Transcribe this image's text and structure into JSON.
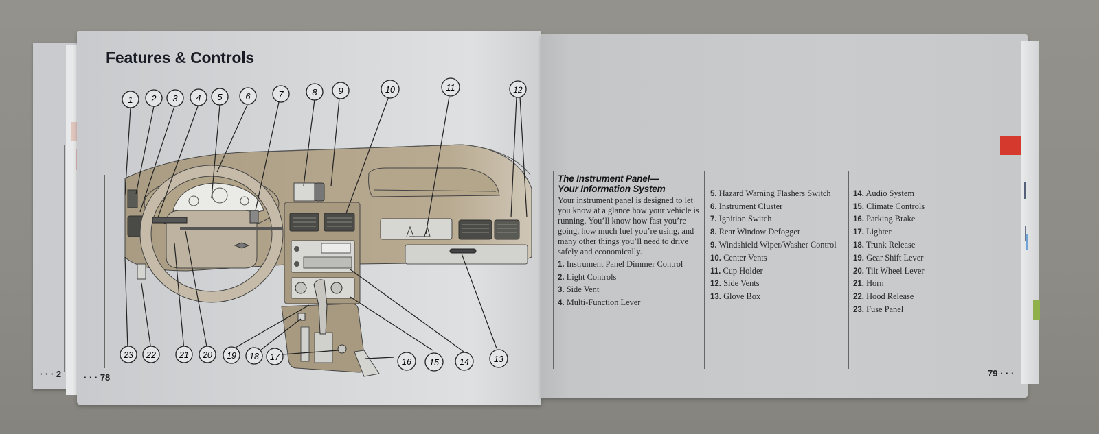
{
  "left_page": {
    "title": "Features & Controls",
    "page_number": "· · · 78",
    "callouts_top": [
      "1",
      "2",
      "3",
      "4",
      "5",
      "6",
      "7",
      "8",
      "9",
      "10",
      "11",
      "12"
    ],
    "callouts_bottom": [
      "23",
      "22",
      "21",
      "20",
      "19",
      "18",
      "17",
      "16",
      "15",
      "14",
      "13"
    ]
  },
  "previous_page": {
    "page_number": "· · · 2"
  },
  "right_page": {
    "heading_line1": "The Instrument Panel—",
    "heading_line2": "Your Information System",
    "intro": "Your instrument panel is designed to let you know at a glance how your vehicle is running. You’ll know how fast you’re going, how much fuel you’re using, and many other things you’ll need to drive safely and economically.",
    "page_number": "79 · · ·",
    "items_col1": [
      {
        "num": "1.",
        "label": "Instrument Panel Dimmer Control"
      },
      {
        "num": "2.",
        "label": "Light Controls"
      },
      {
        "num": "3.",
        "label": "Side Vent"
      },
      {
        "num": "4.",
        "label": "Multi-Function Lever"
      }
    ],
    "items_col2": [
      {
        "num": "5.",
        "label": "Hazard Warning Flashers Switch"
      },
      {
        "num": "6.",
        "label": "Instrument Cluster"
      },
      {
        "num": "7.",
        "label": "Ignition Switch"
      },
      {
        "num": "8.",
        "label": "Rear Window Defogger"
      },
      {
        "num": "9.",
        "label": "Windshield Wiper/Washer Control"
      },
      {
        "num": "10.",
        "label": "Center Vents"
      },
      {
        "num": "11.",
        "label": "Cup Holder"
      },
      {
        "num": "12.",
        "label": "Side Vents"
      },
      {
        "num": "13.",
        "label": "Glove Box"
      }
    ],
    "items_col3": [
      {
        "num": "14.",
        "label": "Audio System"
      },
      {
        "num": "15.",
        "label": "Climate Controls"
      },
      {
        "num": "16.",
        "label": "Parking Brake"
      },
      {
        "num": "17.",
        "label": "Lighter"
      },
      {
        "num": "18.",
        "label": "Trunk Release"
      },
      {
        "num": "19.",
        "label": "Gear Shift Lever"
      },
      {
        "num": "20.",
        "label": "Tilt Wheel Lever"
      },
      {
        "num": "21.",
        "label": "Horn"
      },
      {
        "num": "22.",
        "label": "Hood Release"
      },
      {
        "num": "23.",
        "label": "Fuse Panel"
      }
    ]
  },
  "colors": {
    "dashboard_tan": "#b9ab91",
    "section_tab_red": "#d5392e",
    "section_tab_green": "#8fb04a",
    "section_tab_ochre": "#b5a150"
  }
}
